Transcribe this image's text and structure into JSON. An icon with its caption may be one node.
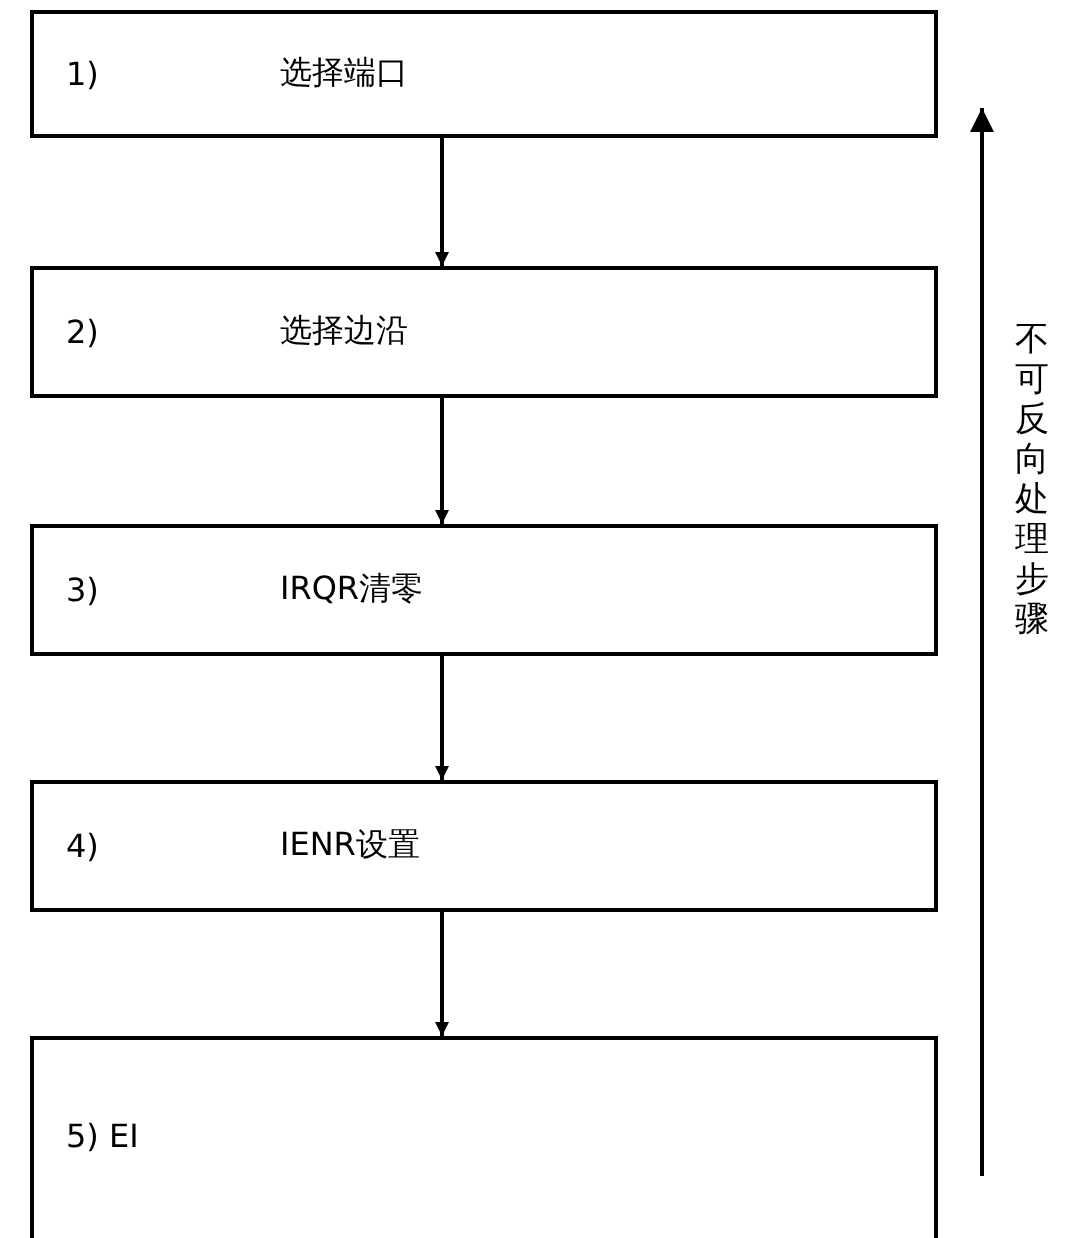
{
  "diagram": {
    "nodes": [
      {
        "text": [
          "1)",
          "选择端口"
        ]
      },
      {
        "text": [
          "2)",
          "选择边沿"
        ]
      },
      {
        "text": [
          "3)",
          "IRQR清零"
        ]
      },
      {
        "text": [
          "4)",
          "IENR设置"
        ]
      },
      {
        "text": [
          "5) EI"
        ]
      }
    ],
    "edges": [
      {
        "from": 0,
        "to": 1,
        "arrow": "to"
      },
      {
        "from": 1,
        "to": 2,
        "arrow": "to"
      },
      {
        "from": 2,
        "to": 3,
        "arrow": "to"
      },
      {
        "from": 3,
        "to": 4,
        "arrow": "to"
      }
    ],
    "labels": [
      "不可反向处理步骤"
    ]
  }
}
